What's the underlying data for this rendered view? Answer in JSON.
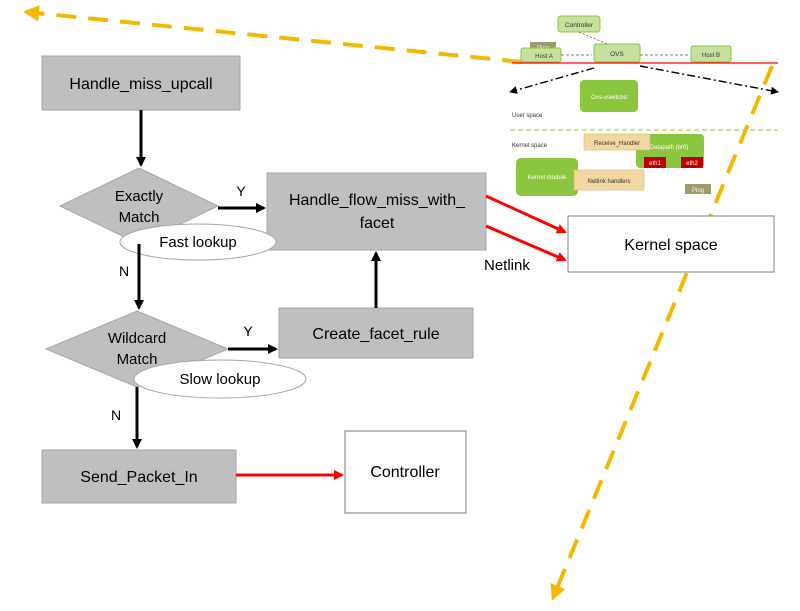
{
  "flowchart": {
    "handle_miss_upcall": "Handle_miss_upcall",
    "exactly_match_line1": "Exactly",
    "exactly_match_line2": "Match",
    "fast_lookup": "Fast lookup",
    "handle_flow_miss_line1": "Handle_flow_miss_with_",
    "handle_flow_miss_line2": "facet",
    "wildcard_match_line1": "Wildcard",
    "wildcard_match_line2": "Match",
    "slow_lookup": "Slow lookup",
    "create_facet_rule": "Create_facet_rule",
    "send_packet_in": "Send_Packet_In",
    "controller": "Controller",
    "kernel_space": "Kernel space",
    "netlink": "Netlink",
    "yes_1": "Y",
    "yes_2": "Y",
    "no_1": "N",
    "no_2": "N"
  },
  "inset": {
    "controller": "Controller",
    "ping_top": "Ping",
    "host_a": "Host A",
    "ovs": "OVS",
    "host_b": "Host B",
    "ovs_vswitchd": "Ovs-vswitchd",
    "user_space": "User space",
    "kernel_space": "Kernel space",
    "receive_handler": "Receive_Handler",
    "datapath": "Datapath (br0)",
    "eth1": "eth1",
    "eth2": "eth2",
    "kernel_module": "Kernel module",
    "netlink_handlers": "Netlink handlers",
    "ping_bottom": "Ping"
  },
  "colors": {
    "process_fill": "#bfbfbf",
    "decision_fill": "#bfbfbf",
    "arrow_black": "#000000",
    "arrow_red": "#ff0000",
    "dashed_orange": "#f5b800",
    "inset_green": "#8cc63f",
    "inset_tan": "#f3d7a1",
    "inset_red": "#c00000",
    "inset_olive": "#9b9b6b"
  }
}
